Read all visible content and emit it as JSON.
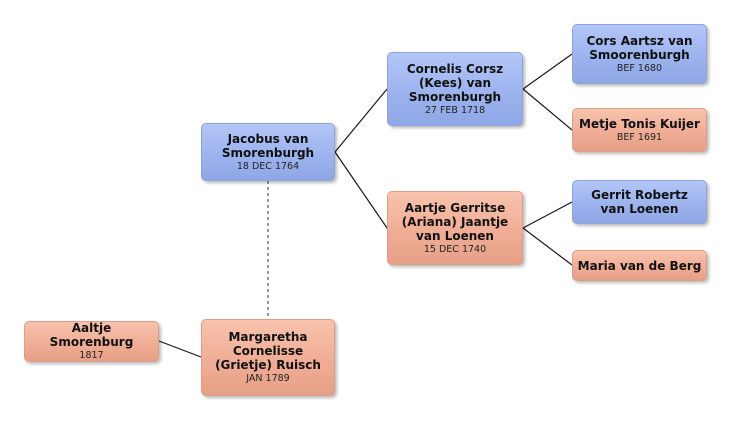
{
  "people": {
    "jacobus": {
      "name": "Jacobus van Smorenburgh",
      "date": "18 DEC 1764",
      "sex": "male"
    },
    "cornelis": {
      "name": "Cornelis Corsz (Kees) van Smorenburgh",
      "date": "27 FEB 1718",
      "sex": "male"
    },
    "cors": {
      "name": "Cors Aartsz van Smoorenburgh",
      "date": "BEF 1680",
      "sex": "male"
    },
    "metje": {
      "name": "Metje Tonis Kuijer",
      "date": "BEF 1691",
      "sex": "female"
    },
    "aartje": {
      "name": "Aartje Gerritse (Ariana) Jaantje van Loenen",
      "date": "15 DEC 1740",
      "sex": "female"
    },
    "gerrit": {
      "name": "Gerrit Robertz van Loenen",
      "date": "",
      "sex": "male"
    },
    "maria": {
      "name": "Maria van de Berg",
      "date": "",
      "sex": "female"
    },
    "margaretha": {
      "name": "Margaretha Cornelisse (Grietje) Ruisch",
      "date": "JAN 1789",
      "sex": "female"
    },
    "aaltje": {
      "name": "Aaltje Smorenburg",
      "date": "1817",
      "sex": "female"
    }
  },
  "colors": {
    "male_fill": "#9cb3ee",
    "female_fill": "#f0ad95",
    "line": "#1a1a1a",
    "spouse_line": "#555555"
  }
}
